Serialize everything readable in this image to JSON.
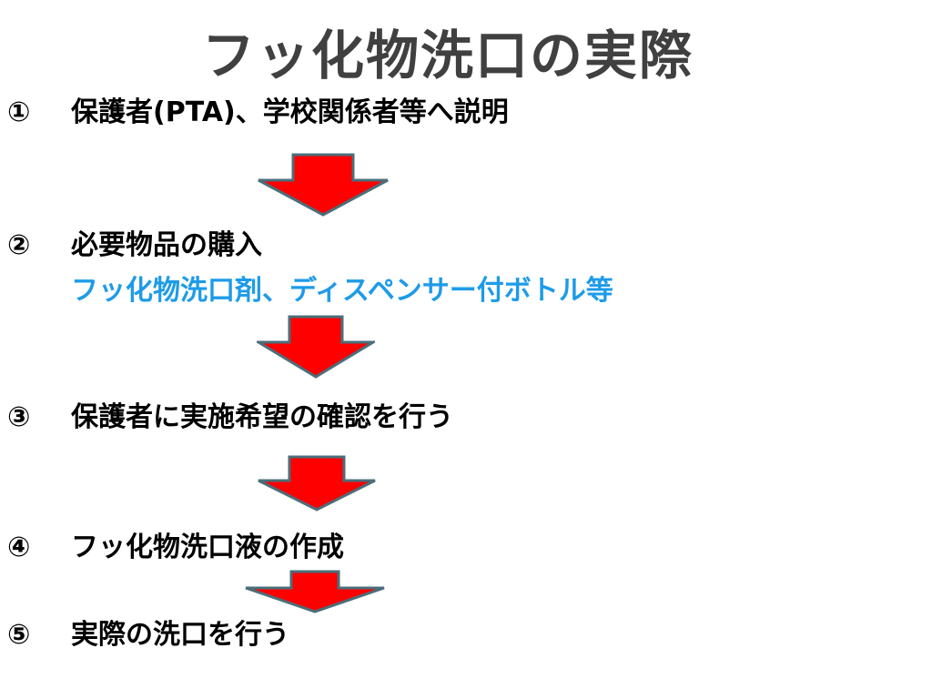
{
  "title": "フッ化物洗口の実際",
  "steps": [
    {
      "number": "①",
      "text": "保護者(PTA)、学校関係者等へ説明"
    },
    {
      "number": "②",
      "text": "必要物品の購入",
      "note": "フッ化物洗口剤、ディスペンサー付ボトル等"
    },
    {
      "number": "③",
      "text": "保護者に実施希望の確認を行う"
    },
    {
      "number": "④",
      "text": "フッ化物洗口液の作成"
    },
    {
      "number": "⑤",
      "text": "実際の洗口を行う"
    }
  ],
  "colors": {
    "title": "#404040",
    "text": "#000000",
    "note": "#1E9BE8",
    "arrow_fill": "#FF0000",
    "arrow_edge": "#4A6F7A"
  }
}
